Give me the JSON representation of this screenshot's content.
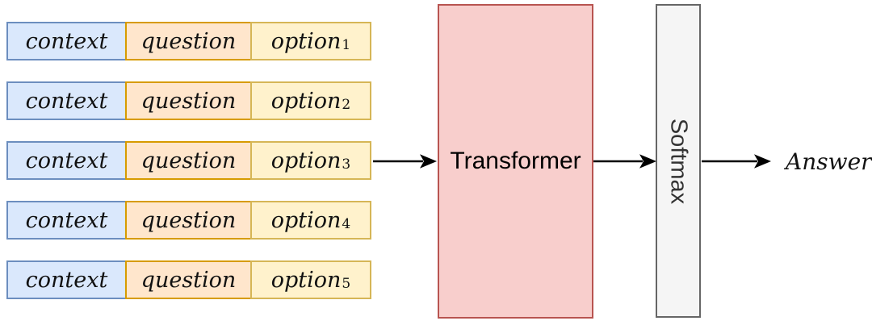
{
  "diagram": {
    "rows": [
      {
        "context": "context",
        "question": "question",
        "option": "option",
        "option_sub": "1"
      },
      {
        "context": "context",
        "question": "question",
        "option": "option",
        "option_sub": "2"
      },
      {
        "context": "context",
        "question": "question",
        "option": "option",
        "option_sub": "3"
      },
      {
        "context": "context",
        "question": "question",
        "option": "option",
        "option_sub": "4"
      },
      {
        "context": "context",
        "question": "question",
        "option": "option",
        "option_sub": "5"
      }
    ],
    "transformer": {
      "label": "Transformer"
    },
    "softmax": {
      "label": "Softmax"
    },
    "answer": {
      "label": "Answer"
    },
    "colors": {
      "context_fill": "#dae8fc",
      "context_border": "#6c8ebf",
      "question_fill": "#ffe6cc",
      "question_border": "#d79b00",
      "option_fill": "#fff2cc",
      "option_border": "#d6b656",
      "transformer_fill": "#f8cecc",
      "transformer_border": "#b85450",
      "softmax_fill": "#f5f5f5",
      "softmax_border": "#666666",
      "arrow": "#000000"
    }
  }
}
